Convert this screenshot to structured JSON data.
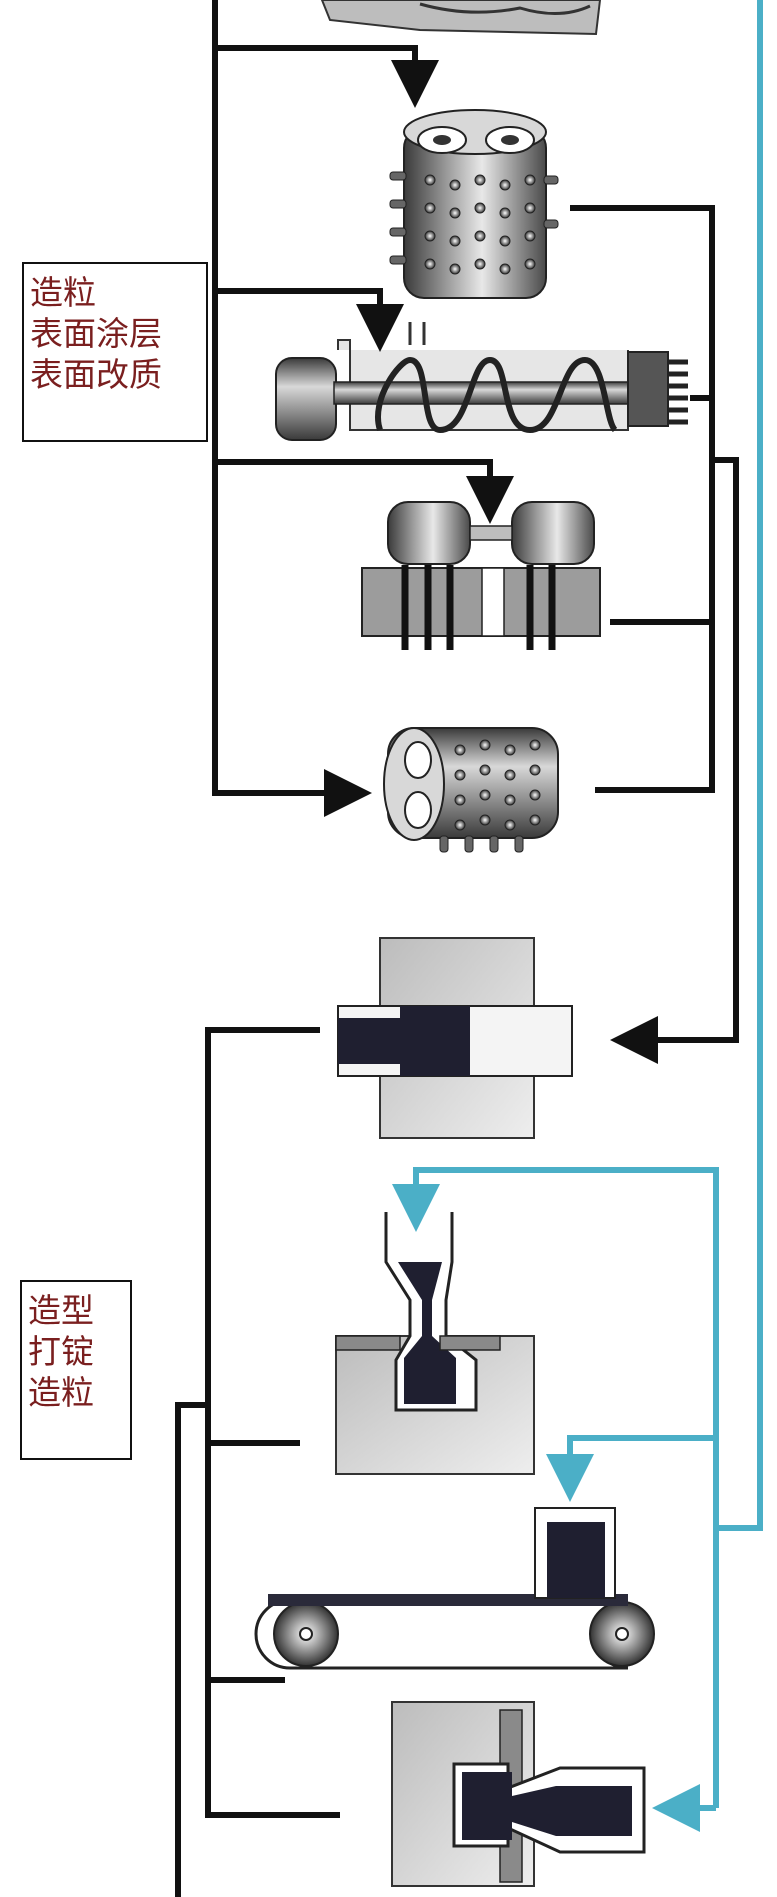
{
  "label_groups": {
    "granulation_coating": {
      "lines": [
        "造粒",
        "表面涂层",
        "表面改质"
      ]
    },
    "forming_tableting": {
      "lines": [
        "造型",
        "打锭",
        "造粒"
      ]
    }
  },
  "colors": {
    "flow_black": "#111111",
    "flow_cyan": "#4bafc7",
    "label_text": "#7a1f1f"
  },
  "icons": [
    "feed-hopper-icon",
    "pin-roller-pair-icon",
    "screw-extruder-icon",
    "twin-roll-press-icon",
    "rotary-drum-granulator-icon",
    "ram-extrusion-die-icon",
    "vertical-mold-press-icon",
    "belt-caster-icon",
    "horizontal-mold-press-icon"
  ]
}
